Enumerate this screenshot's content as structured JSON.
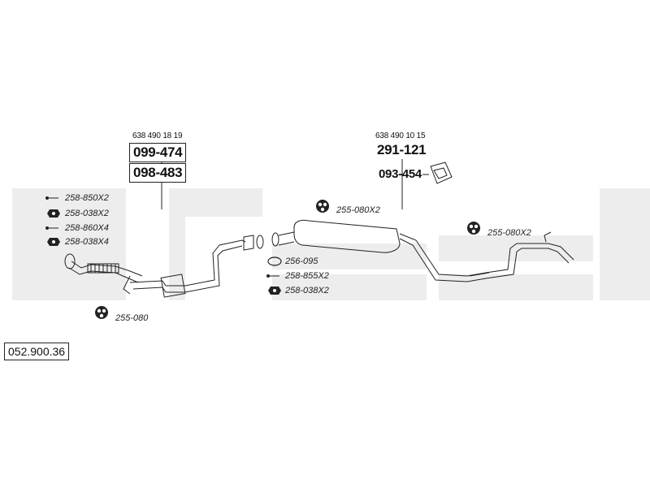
{
  "diagram": {
    "catalog_number": "052.900.36",
    "oem_front": "638 490 18 19",
    "front_part_1": "099-474",
    "front_part_2": "098-483",
    "oem_rear": "638 490 10 15",
    "rear_part": "291-121",
    "rear_bracket_part": "093-454",
    "left_hardware": [
      "258-850X2",
      "258-038X2",
      "258-860X4",
      "258-038X4"
    ],
    "left_hanger": "255-080",
    "mid_hanger": "255-080X2",
    "mid_ring": "256-095",
    "mid_hardware": [
      "258-855X2",
      "258-038X2"
    ],
    "rear_hanger": "255-080X2"
  }
}
